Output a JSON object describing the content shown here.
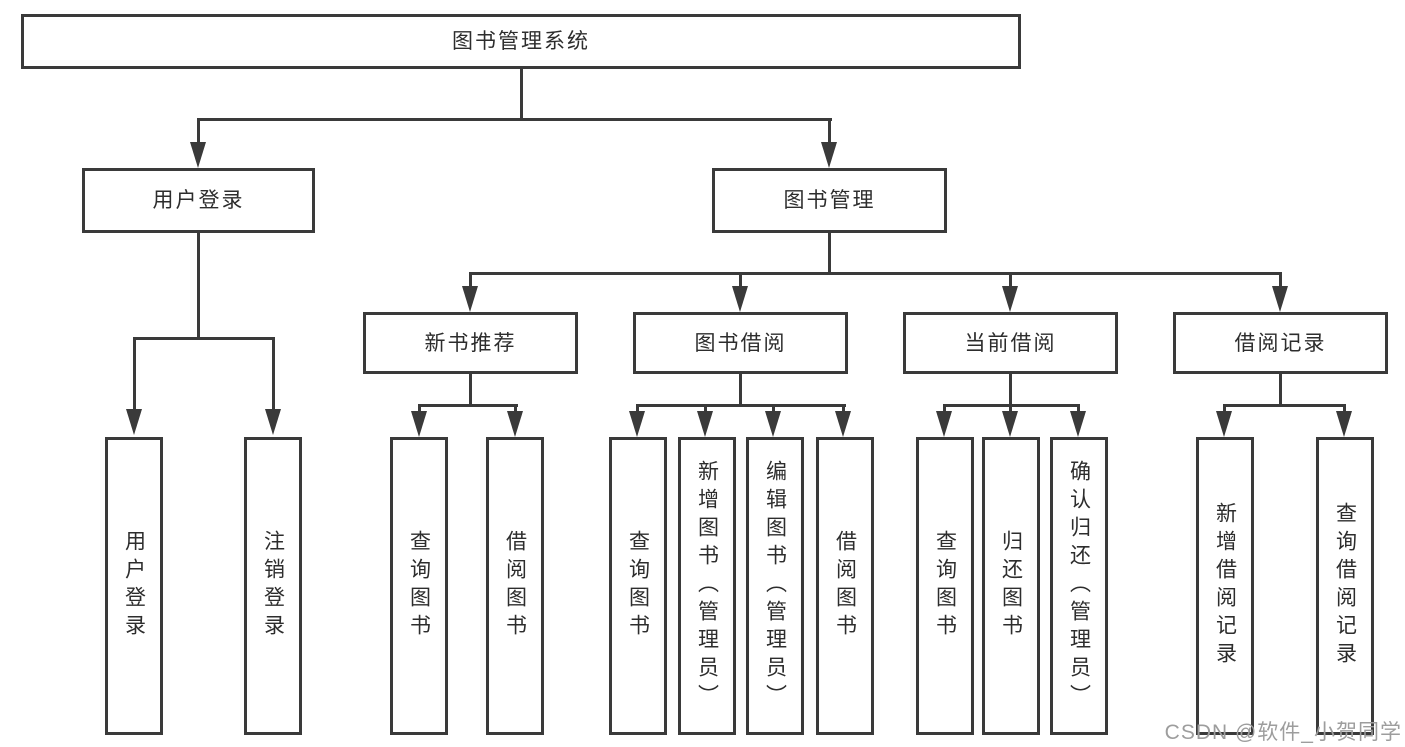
{
  "tree": {
    "root": "图书管理系统",
    "user_login": "用户登录",
    "book_mgmt": "图书管理",
    "new_book_rec": "新书推荐",
    "book_borrow": "图书借阅",
    "current_borrow": "当前借阅",
    "borrow_record": "借阅记录",
    "leaf_user_login": "用户登录",
    "leaf_logout": "注销登录",
    "leaf_rec_query_book": "查询图书",
    "leaf_rec_borrow_book": "借阅图书",
    "leaf_bor_query_book": "查询图书",
    "leaf_bor_add_book": "新增图书（管理员）",
    "leaf_bor_edit_book": "编辑图书（管理员）",
    "leaf_bor_borrow_book": "借阅图书",
    "leaf_cur_query_book": "查询图书",
    "leaf_cur_return_book": "归还图书",
    "leaf_cur_confirm_return": "确认归还（管理员）",
    "leaf_brec_add_record": "新增借阅记录",
    "leaf_brec_query_record": "查询借阅记录"
  },
  "watermark": "CSDN @软件_小贺同学",
  "colors": {
    "line": "#3a3a3a",
    "text": "#2d2d2d",
    "watermark": "#9d9d9d"
  }
}
